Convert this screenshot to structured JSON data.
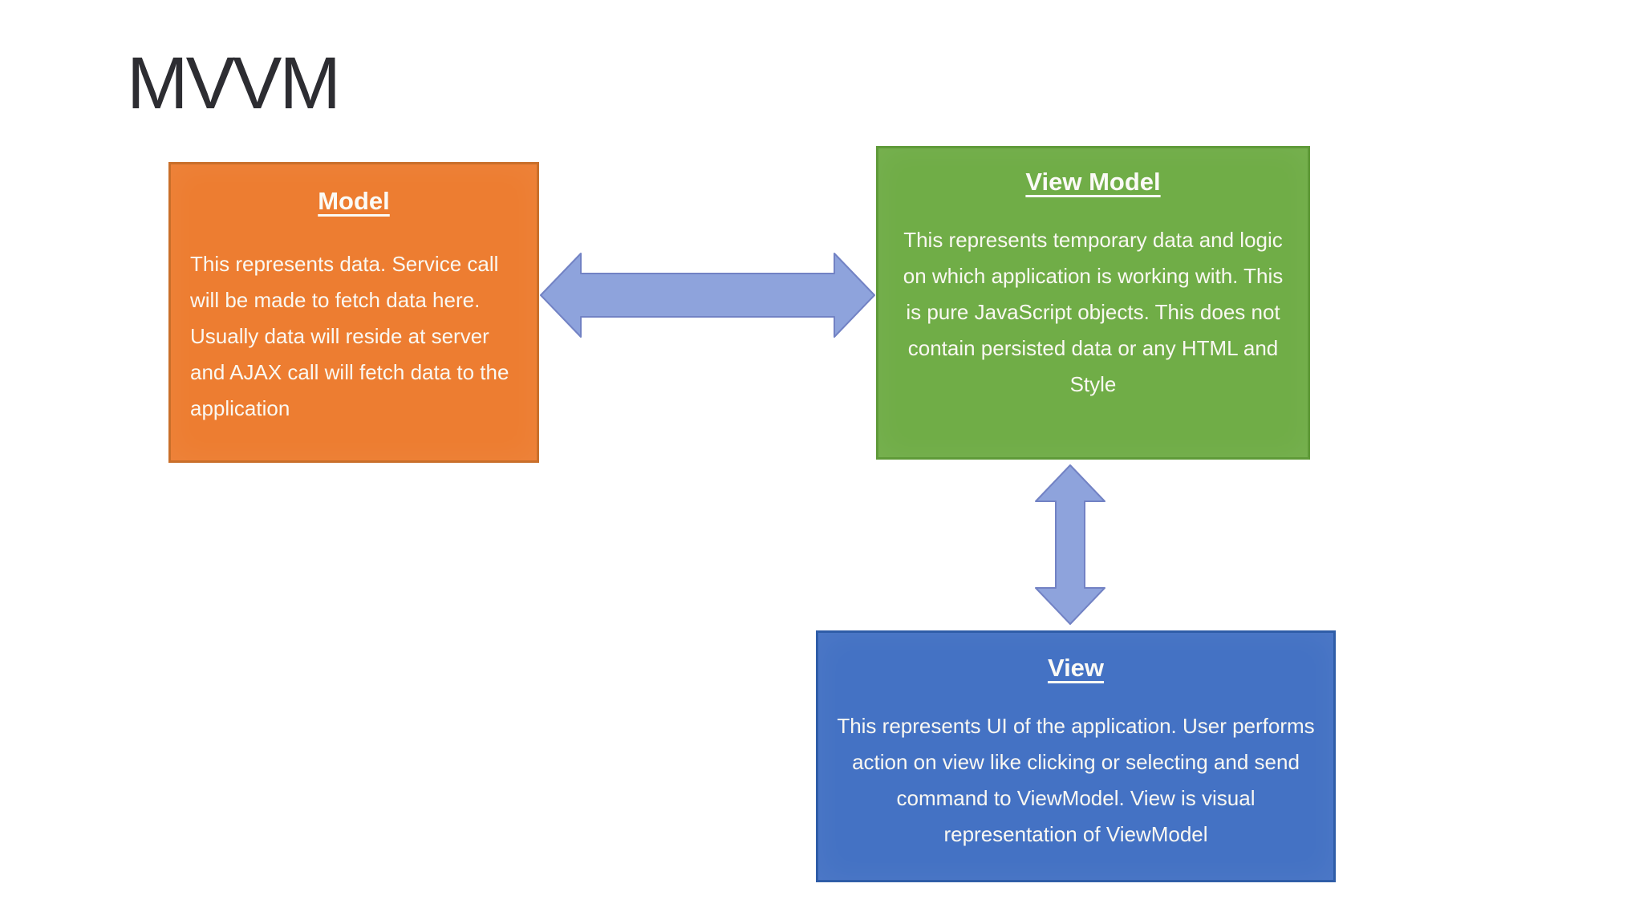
{
  "page_title": "MVVM",
  "diagram": {
    "type": "architecture-diagram",
    "background": "#FFFFFF",
    "title_color": "#2D2D32"
  },
  "boxes": {
    "model": {
      "title": "Model",
      "body": "This represents data. Service call will be made to fetch data here. Usually data will reside at server and AJAX call will fetch data to the application",
      "fill": "#ED7D31",
      "border": "#C96F2A",
      "text_color": "#FAF8F2"
    },
    "view_model": {
      "title": "View Model",
      "body": "This represents temporary data and logic on which application is working with. This is pure JavaScript objects. This does not contain persisted data or any HTML and Style",
      "fill": "#70AD47",
      "border": "#5F9A39",
      "text_color": "#FAF8F2"
    },
    "view": {
      "title": "View",
      "body": "This represents UI of the application. User performs action on view like clicking or selecting and send command to ViewModel. View is visual representation of ViewModel",
      "fill": "#4472C4",
      "border": "#2F5DA8",
      "text_color": "#FAF8F2"
    }
  },
  "arrows": {
    "model_viewmodel": {
      "type": "double-headed-horizontal",
      "connects": "Model <-> View Model",
      "fill": "#8EA3DC",
      "border": "#7282C4"
    },
    "viewmodel_view": {
      "type": "double-headed-vertical",
      "connects": "View Model <-> View",
      "fill": "#8EA3DC",
      "border": "#7282C4"
    }
  }
}
